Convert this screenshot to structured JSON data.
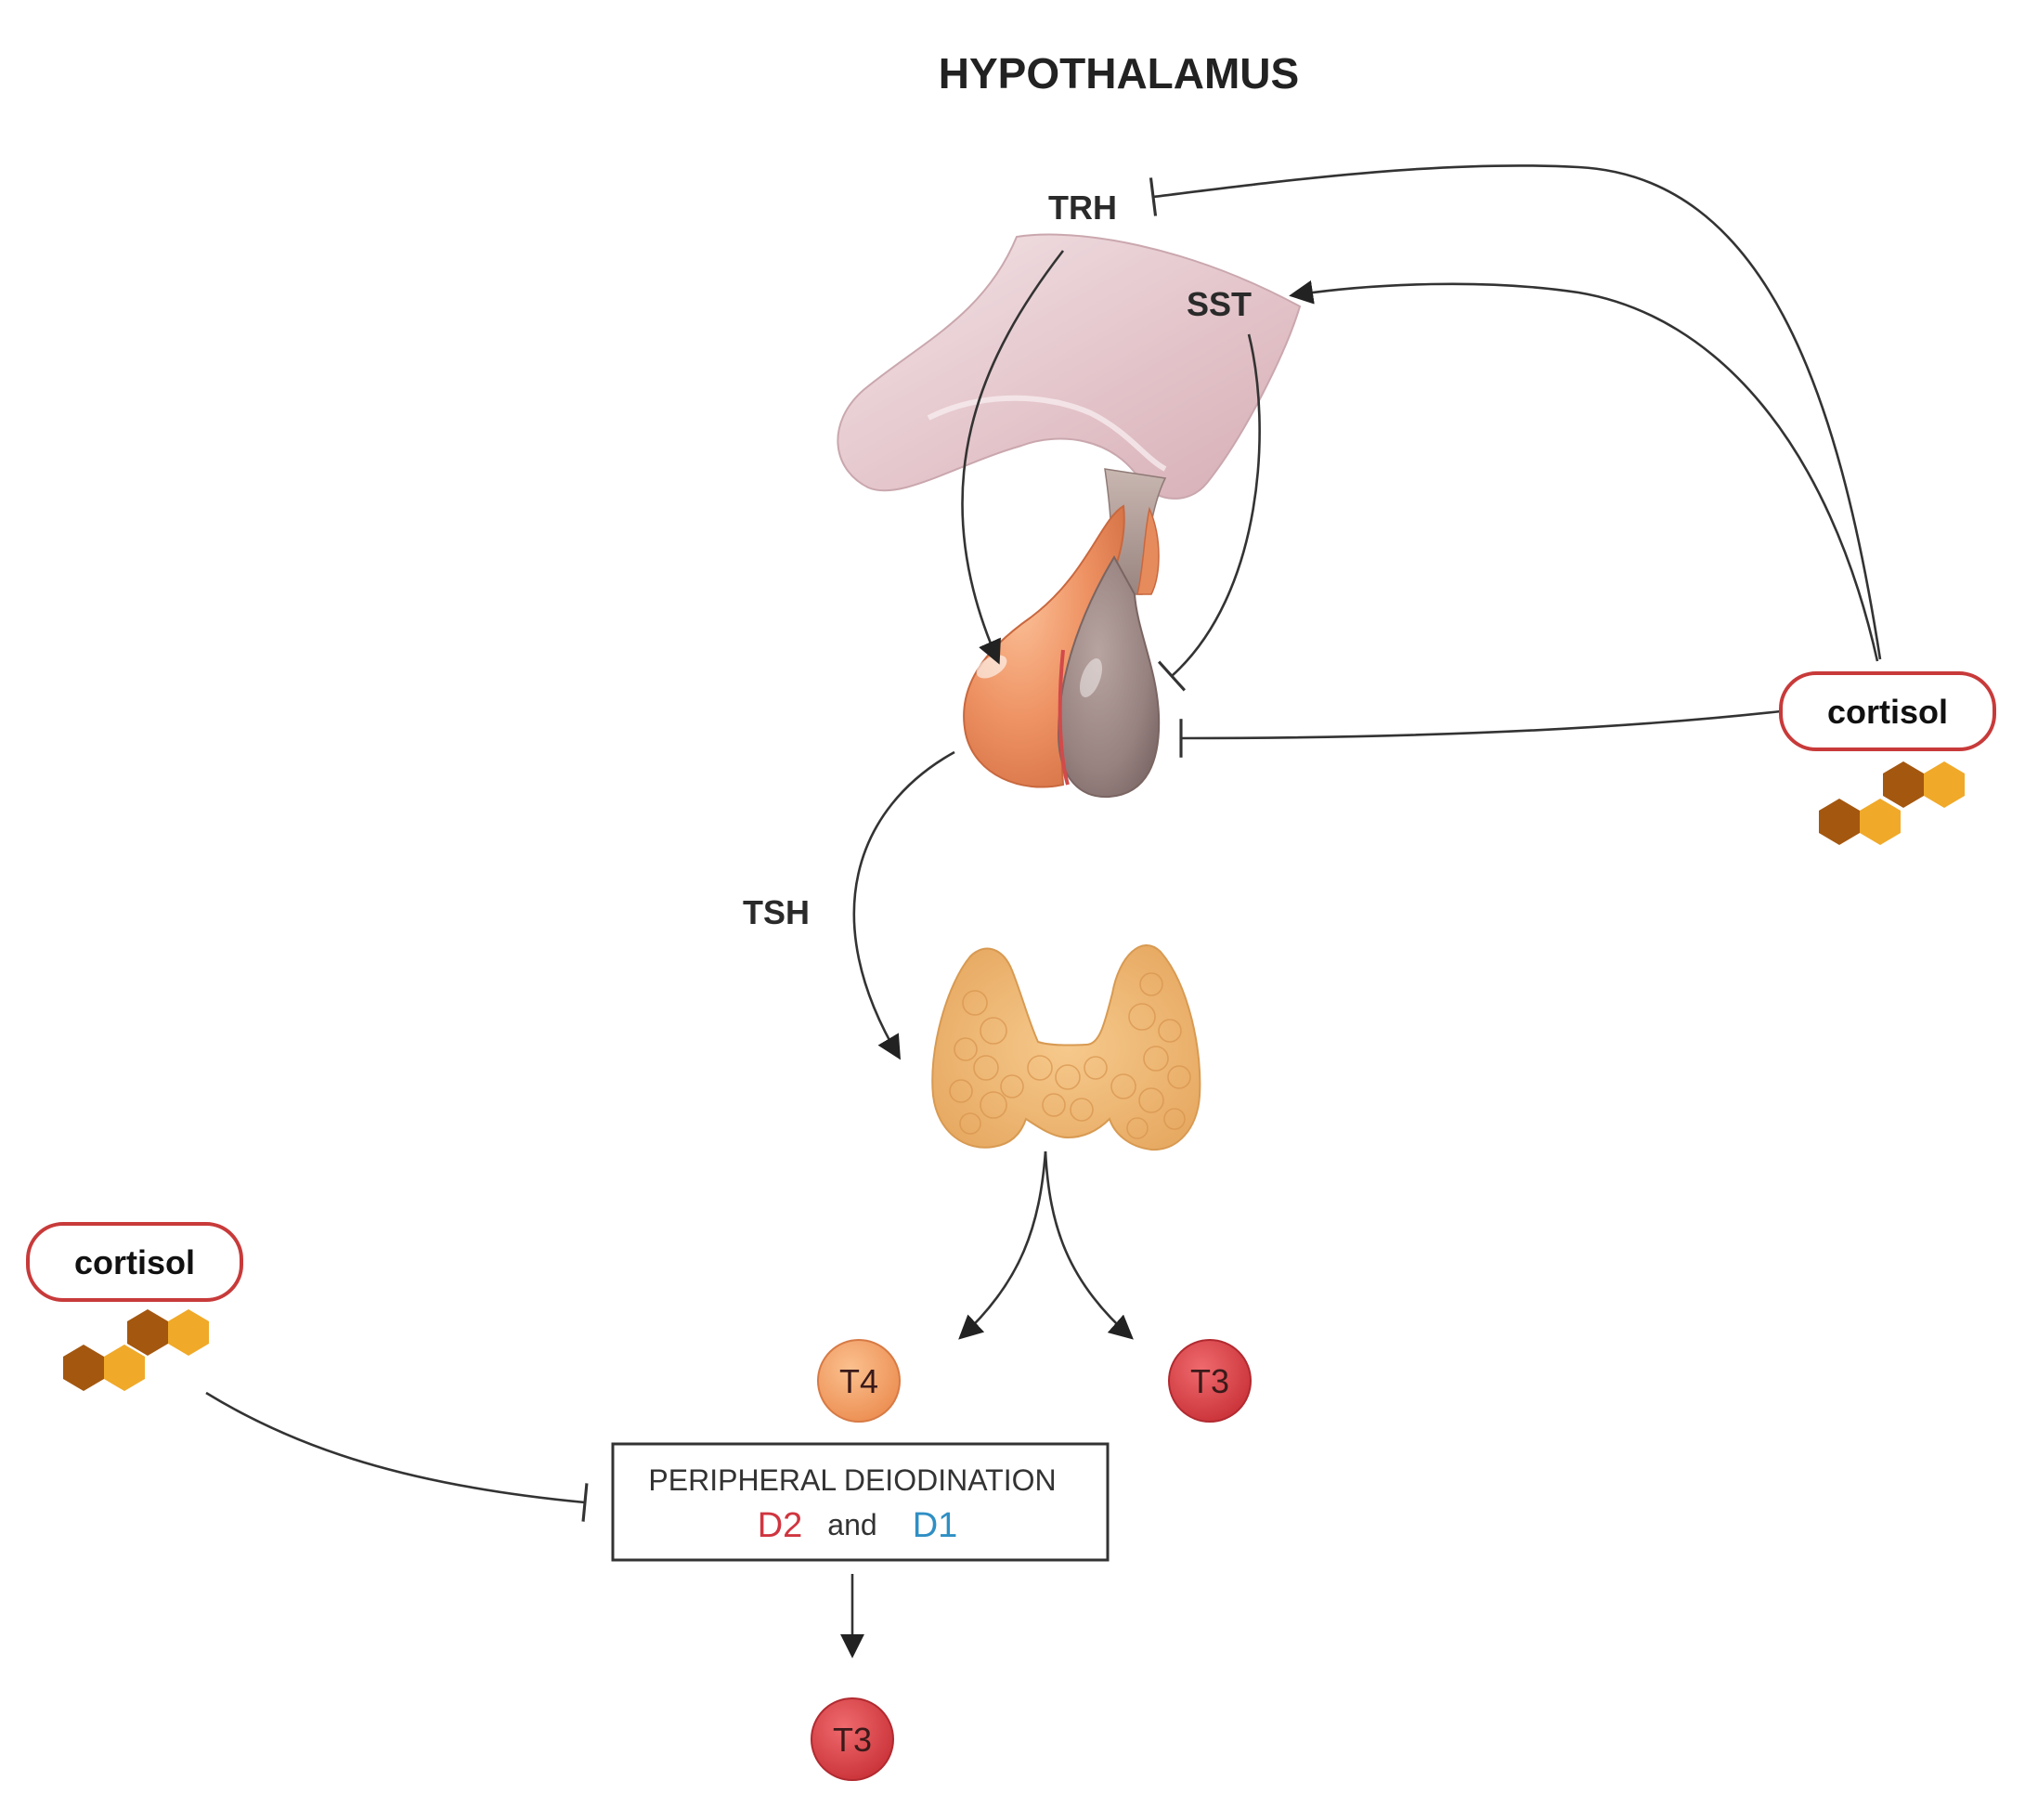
{
  "title": "HYPOTHALAMUS",
  "labels": {
    "trh": "TRH",
    "sst": "SST",
    "tsh": "TSH"
  },
  "cortisol_top": {
    "text": "cortisol"
  },
  "cortisol_bottom": {
    "text": "cortisol"
  },
  "hormones": {
    "t4": "T4",
    "t3_right": "T3",
    "t3_bottom": "T3"
  },
  "deiodination": {
    "heading": "PERIPHERAL DEIODINATION",
    "d2": "D2",
    "and": "and",
    "d1": "D1"
  },
  "colors": {
    "cortisol_border": "#c83a3a",
    "d2": "#d0353f",
    "d1": "#2f8fc4",
    "t4_fill": "#f3a36a",
    "t3_fill": "#d8474c",
    "hex_dark": "#a4570f",
    "hex_light": "#f0a928"
  }
}
